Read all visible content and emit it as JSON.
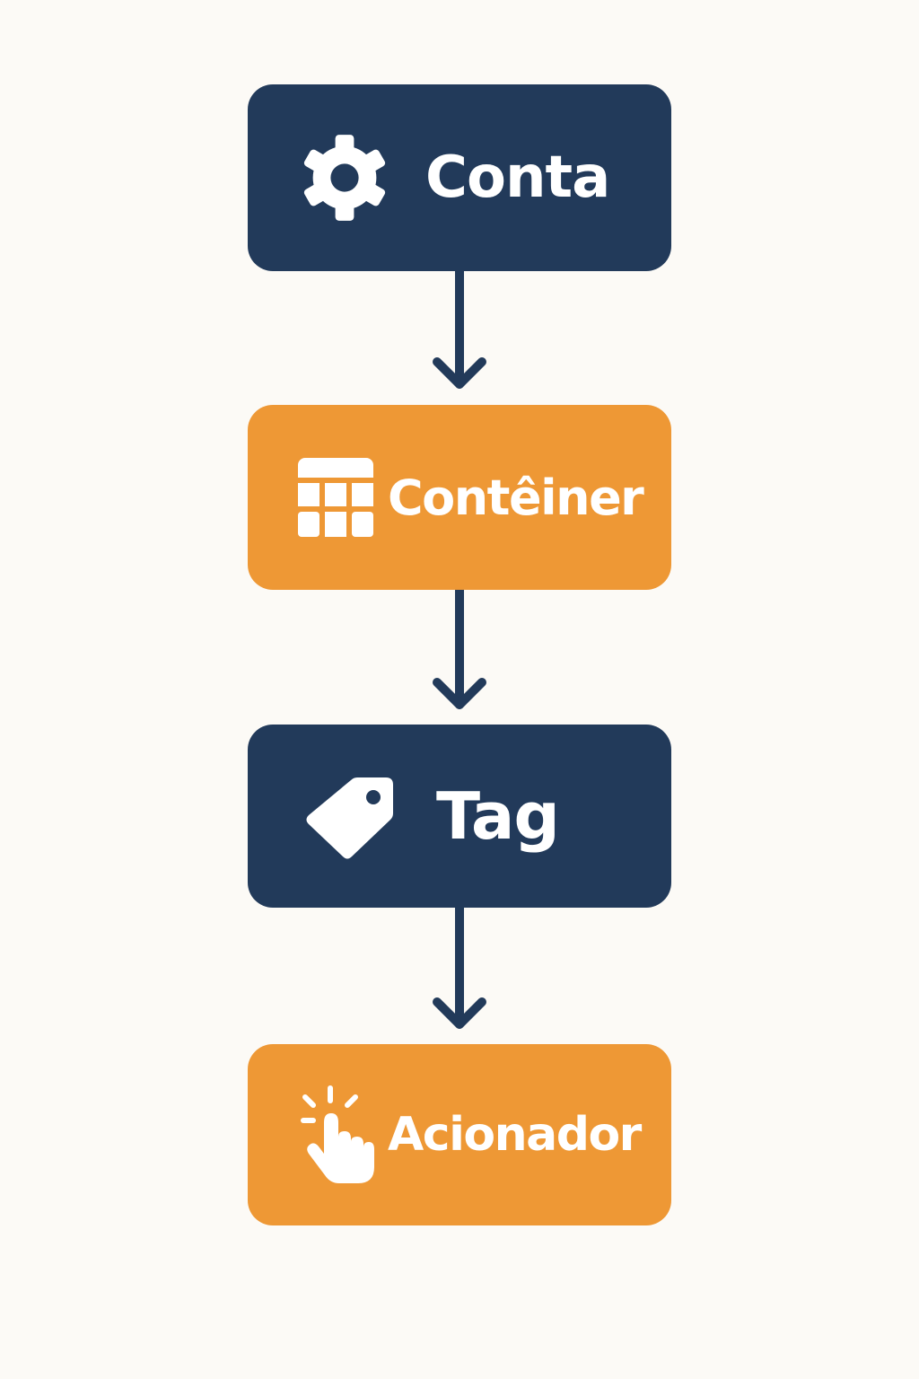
{
  "colors": {
    "background": "#FCFAF6",
    "dark": "#223A5A",
    "orange": "#EE9835",
    "icon_fill": "#FFFFFF",
    "connector": "#223A5A"
  },
  "nodes": [
    {
      "label": "Conta",
      "icon": "gear-icon",
      "color": "dark"
    },
    {
      "label": "Contêiner",
      "icon": "grid-icon",
      "color": "orange"
    },
    {
      "label": "Tag",
      "icon": "tag-icon",
      "color": "dark"
    },
    {
      "label": "Acionador",
      "icon": "click-icon",
      "color": "orange"
    }
  ],
  "edges": [
    {
      "from": 0,
      "to": 1
    },
    {
      "from": 1,
      "to": 2
    },
    {
      "from": 2,
      "to": 3
    }
  ]
}
